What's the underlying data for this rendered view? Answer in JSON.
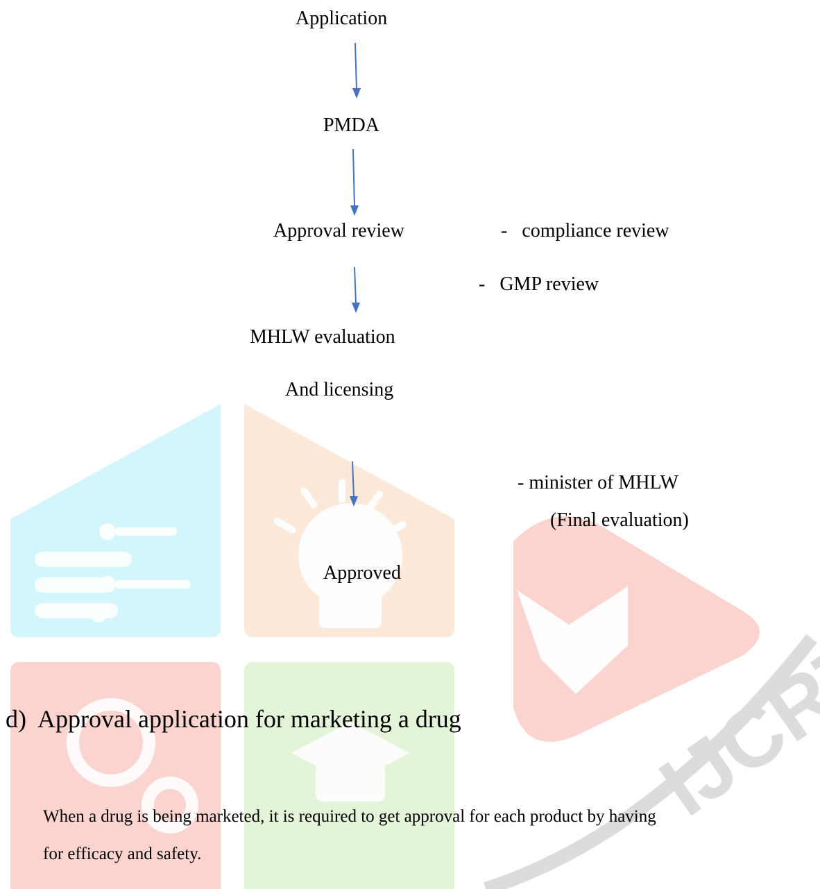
{
  "flow": {
    "step_application": "Application",
    "step_pmda": "PMDA",
    "step_approval_review": "Approval review",
    "step_mhlw_evaluation": "MHLW evaluation",
    "step_and_licensing": "And licensing",
    "step_approved": "Approved"
  },
  "notes": {
    "compliance_review": "-   compliance review",
    "gmp_review": "-   GMP review",
    "minister": "- minister of MHLW",
    "final_evaluation": "(Final evaluation)"
  },
  "section": {
    "heading": "d)  Approval application for marketing a drug",
    "paragraph_line_1": "When a drug is being marketed, it is required to get approval for each product by having",
    "paragraph_line_2": "for efficacy and safety."
  },
  "watermark": {
    "logo_text": "IJCRT",
    "colors": {
      "cyan": "#d2f6fb",
      "orange": "#fde9d9",
      "red": "#fbd3cf",
      "green": "#e3f4d8",
      "grey": "#dcdcdc"
    }
  },
  "colors": {
    "arrow": "#4472c4"
  }
}
